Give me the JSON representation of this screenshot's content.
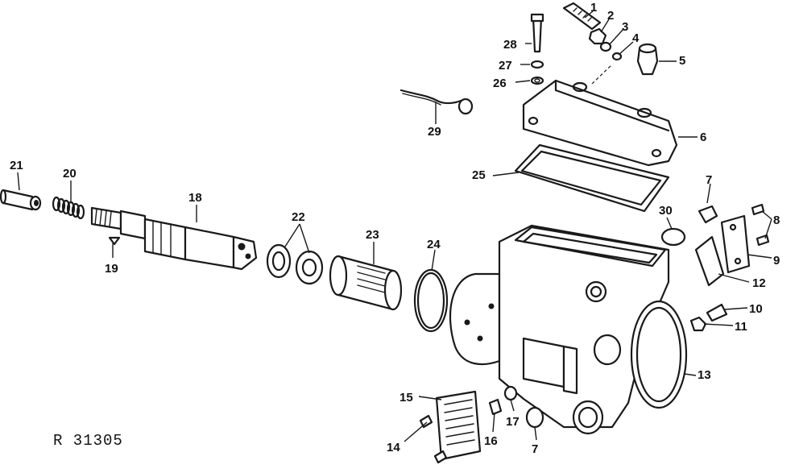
{
  "figure_id": "R 31305",
  "callouts": [
    "1",
    "2",
    "3",
    "4",
    "5",
    "6",
    "7",
    "8",
    "9",
    "10",
    "11",
    "12",
    "13",
    "14",
    "15",
    "16",
    "17",
    "18",
    "19",
    "20",
    "21",
    "22",
    "23",
    "24",
    "25",
    "26",
    "27",
    "28",
    "29",
    "30",
    "7"
  ]
}
